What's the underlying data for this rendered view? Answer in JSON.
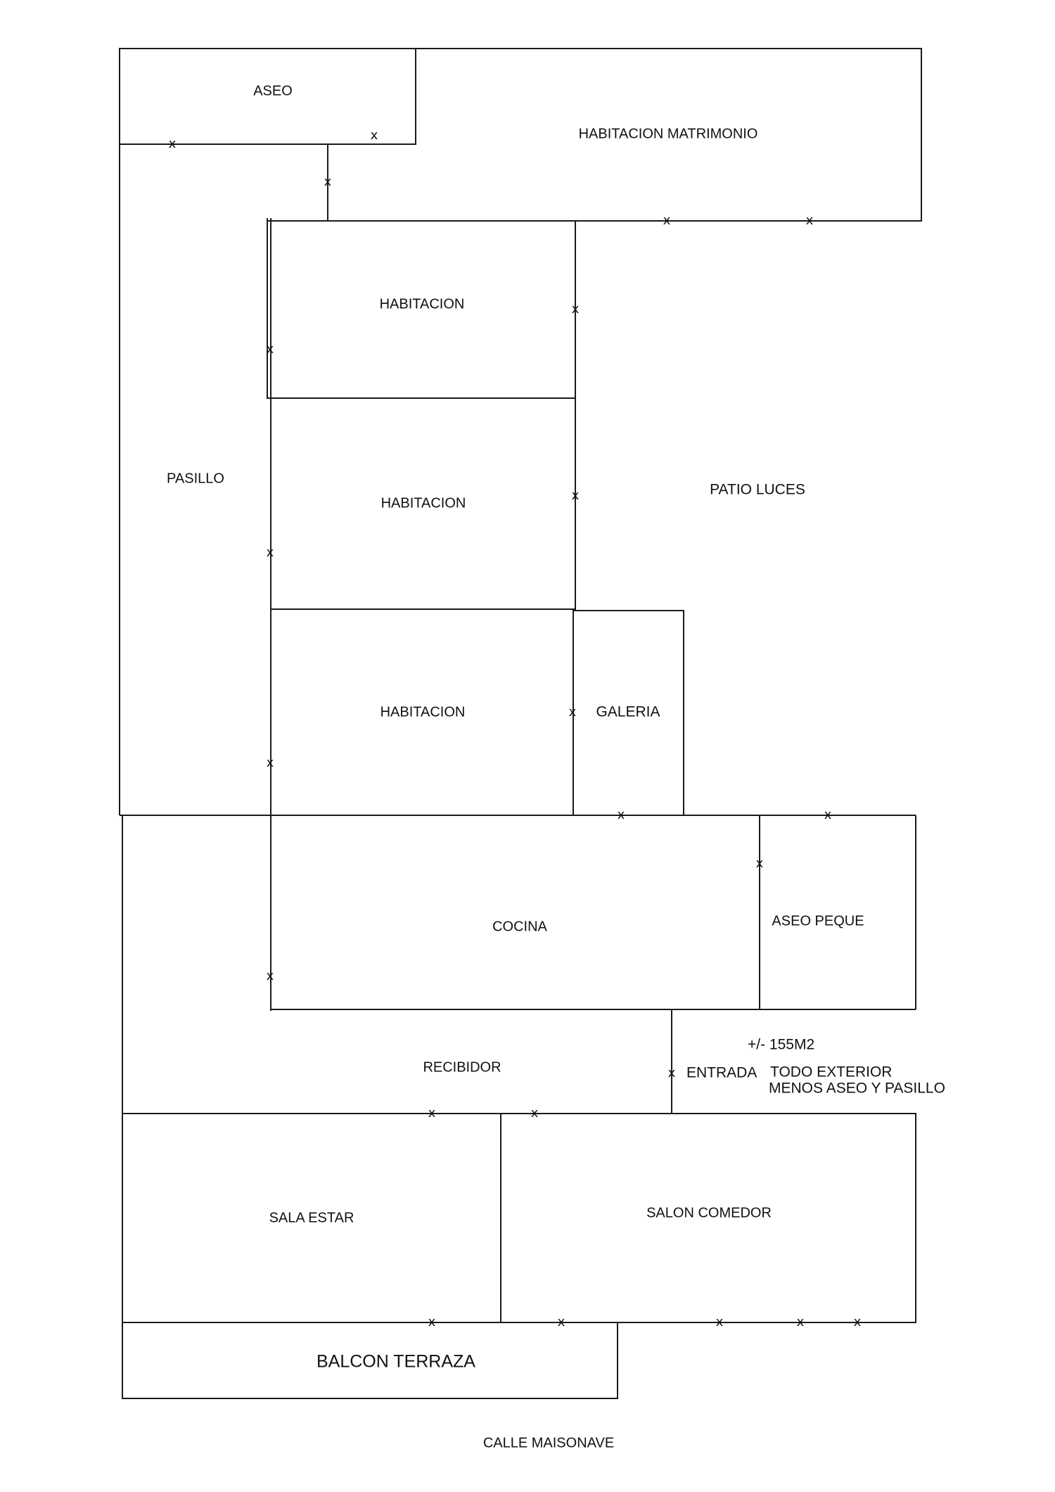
{
  "rooms": {
    "aseo": "ASEO",
    "habitacion_matrimonio": "HABITACION MATRIMONIO",
    "habitacion_1": "HABITACION",
    "habitacion_2": "HABITACION",
    "habitacion_3": "HABITACION",
    "pasillo": "PASILLO",
    "patio_luces": "PATIO LUCES",
    "galeria": "GALERIA",
    "cocina": "COCINA",
    "aseo_peque": "ASEO PEQUE",
    "recibidor": "RECIBIDOR",
    "entrada": "ENTRADA",
    "sala_estar": "SALA ESTAR",
    "salon_comedor": "SALON COMEDOR",
    "balcon_terraza": "BALCON TERRAZA"
  },
  "notes": {
    "area": "+/- 155M2",
    "exterior_line1": "TODO EXTERIOR",
    "exterior_line2": "MENOS ASEO Y PASILLO"
  },
  "street": "CALLE MAISONAVE",
  "door_mark": "x"
}
